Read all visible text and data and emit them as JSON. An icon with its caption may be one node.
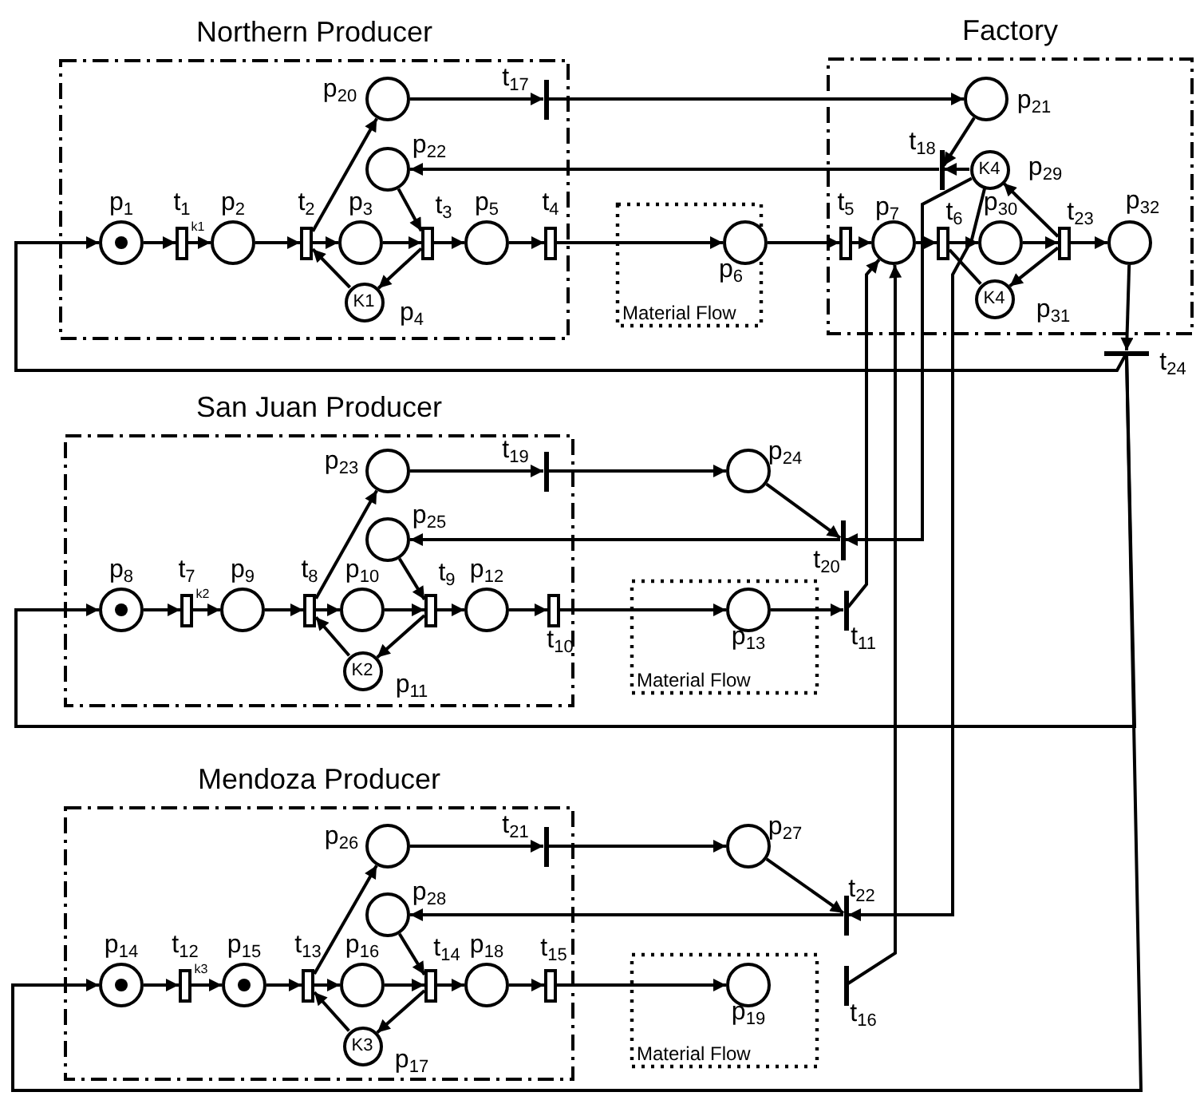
{
  "diagram": {
    "nodes": [
      {
        "text": [
          "Northern Producer"
        ]
      },
      {
        "text": [],
        "shape": "circle",
        "beside": [
          "p$_{1}$"
        ],
        "in": 0
      },
      {
        "text": [],
        "shape": "box",
        "beside": [
          "t$_{1}$",
          "k1"
        ],
        "in": 0
      },
      {
        "text": [],
        "shape": "circle",
        "beside": [
          "p$_{2}$"
        ],
        "in": 0
      },
      {
        "text": [],
        "shape": "box",
        "beside": [
          "t$_{2}$"
        ],
        "in": 0
      },
      {
        "text": [],
        "shape": "circle",
        "beside": [
          "p$_{3}$"
        ],
        "in": 0
      },
      {
        "text": [
          "K1"
        ],
        "beside": [
          "p$_{4}$"
        ],
        "in": 0
      },
      {
        "text": [],
        "shape": "circle",
        "beside": [
          "p$_{20}$"
        ],
        "in": 0
      },
      {
        "text": [],
        "shape": "circle",
        "beside": [
          "p$_{22}$"
        ],
        "in": 0
      },
      {
        "text": [],
        "shape": "box",
        "beside": [
          "t$_{3}$"
        ],
        "in": 0
      },
      {
        "text": [],
        "shape": "circle",
        "beside": [
          "p$_{5}$"
        ],
        "in": 0
      },
      {
        "text": [],
        "shape": "box",
        "beside": [
          "t$_{4}$"
        ],
        "in": 0
      },
      {
        "text": [],
        "shape": "bar",
        "beside": [
          "t$_{17}$"
        ],
        "in": 0
      },
      {
        "text": [
          "Material Flow"
        ]
      },
      {
        "text": [],
        "shape": "circle",
        "beside": [
          "p$_{6}$"
        ],
        "in": 13
      },
      {
        "text": [
          "Factory"
        ]
      },
      {
        "text": [],
        "shape": "circle",
        "beside": [
          "p$_{21}$"
        ],
        "in": 15
      },
      {
        "text": [],
        "shape": "bar",
        "beside": [
          "t$_{18}$"
        ],
        "in": 15
      },
      {
        "text": [
          "K4"
        ],
        "beside": [
          "p$_{29}$"
        ],
        "in": 15
      },
      {
        "text": [],
        "shape": "box",
        "beside": [
          "t$_{5}$"
        ],
        "in": 15
      },
      {
        "text": [],
        "shape": "circle",
        "beside": [
          "p$_{7}$"
        ],
        "in": 15
      },
      {
        "text": [],
        "shape": "box",
        "beside": [
          "t$_{6}$"
        ],
        "in": 15
      },
      {
        "text": [],
        "shape": "circle",
        "beside": [
          "p$_{30}$"
        ],
        "in": 15
      },
      {
        "text": [
          "K4"
        ],
        "beside": [
          "p$_{31}$"
        ],
        "in": 15
      },
      {
        "text": [],
        "shape": "box",
        "beside": [
          "t$_{23}$"
        ],
        "in": 15
      },
      {
        "text": [],
        "shape": "circle",
        "beside": [
          "p$_{32}$"
        ],
        "in": 15
      },
      {
        "text": [],
        "shape": "bar",
        "beside": [
          "t$_{24}$"
        ]
      },
      {
        "text": [
          "San Juan Producer"
        ]
      },
      {
        "text": [],
        "shape": "circle",
        "beside": [
          "p$_{8}$"
        ],
        "in": 27
      },
      {
        "text": [],
        "shape": "box",
        "beside": [
          "t$_{7}$",
          "k2"
        ],
        "in": 27
      },
      {
        "text": [],
        "shape": "circle",
        "beside": [
          "p$_{9}$"
        ],
        "in": 27
      },
      {
        "text": [],
        "shape": "box",
        "beside": [
          "t$_{8}$"
        ],
        "in": 27
      },
      {
        "text": [],
        "shape": "circle",
        "beside": [
          "p$_{10}$"
        ],
        "in": 27
      },
      {
        "text": [
          "K2"
        ],
        "beside": [
          "p$_{11}$"
        ],
        "in": 27
      },
      {
        "text": [],
        "shape": "circle",
        "beside": [
          "p$_{23}$"
        ],
        "in": 27
      },
      {
        "text": [],
        "shape": "circle",
        "beside": [
          "p$_{25}$"
        ],
        "in": 27
      },
      {
        "text": [],
        "shape": "box",
        "beside": [
          "t$_{9}$"
        ],
        "in": 27
      },
      {
        "text": [],
        "shape": "circle",
        "beside": [
          "p$_{12}$"
        ],
        "in": 27
      },
      {
        "text": [],
        "shape": "box",
        "beside": [
          "t$_{10}$"
        ],
        "in": 27
      },
      {
        "text": [],
        "shape": "bar",
        "beside": [
          "t$_{19}$"
        ],
        "in": 27
      },
      {
        "text": [
          "Material Flow"
        ]
      },
      {
        "text": [],
        "shape": "circle",
        "beside": [
          "p$_{13}$"
        ],
        "in": 40
      },
      {
        "text": [],
        "shape": "circle",
        "beside": [
          "p$_{24}$"
        ]
      },
      {
        "text": [],
        "shape": "bar",
        "beside": [
          "t$_{20}$"
        ]
      },
      {
        "text": [],
        "shape": "bar",
        "beside": [
          "t$_{11}$"
        ]
      },
      {
        "text": [
          "Mendoza Producer"
        ]
      },
      {
        "text": [],
        "shape": "circle",
        "beside": [
          "p$_{14}$"
        ],
        "in": 45
      },
      {
        "text": [],
        "shape": "box",
        "beside": [
          "t$_{12}$",
          "k3"
        ],
        "in": 45
      },
      {
        "text": [],
        "shape": "circle",
        "beside": [
          "p$_{15}$"
        ],
        "in": 45
      },
      {
        "text": [],
        "shape": "box",
        "beside": [
          "t$_{13}$"
        ],
        "in": 45
      },
      {
        "text": [],
        "shape": "circle",
        "beside": [
          "p$_{16}$"
        ],
        "in": 45
      },
      {
        "text": [
          "K3"
        ],
        "beside": [
          "p$_{17}$"
        ],
        "in": 45
      },
      {
        "text": [],
        "shape": "circle",
        "beside": [
          "p$_{26}$"
        ],
        "in": 45
      },
      {
        "text": [],
        "shape": "circle",
        "beside": [
          "p$_{28}$"
        ],
        "in": 45
      },
      {
        "text": [],
        "shape": "box",
        "beside": [
          "t$_{14}$"
        ],
        "in": 45
      },
      {
        "text": [],
        "shape": "circle",
        "beside": [
          "p$_{18}$"
        ],
        "in": 45
      },
      {
        "text": [],
        "shape": "box",
        "beside": [
          "t$_{15}$"
        ],
        "in": 45
      },
      {
        "text": [],
        "shape": "bar",
        "beside": [
          "t$_{21}$"
        ],
        "in": 45
      },
      {
        "text": [
          "Material Flow"
        ]
      },
      {
        "text": [],
        "shape": "circle",
        "beside": [
          "p$_{19}$"
        ],
        "in": 58
      },
      {
        "text": [],
        "shape": "circle",
        "beside": [
          "p$_{27}$"
        ]
      },
      {
        "text": [],
        "shape": "bar",
        "beside": [
          "t$_{22}$"
        ]
      },
      {
        "text": [],
        "shape": "bar",
        "beside": [
          "t$_{16}$"
        ]
      }
    ],
    "edges": [
      {
        "from": 1,
        "to": 2,
        "arrow": "to"
      },
      {
        "from": 2,
        "to": 3,
        "arrow": "to"
      },
      {
        "from": 3,
        "to": 4,
        "arrow": "to"
      },
      {
        "from": 4,
        "to": 5,
        "arrow": "to"
      },
      {
        "from": 4,
        "to": 7,
        "arrow": "to"
      },
      {
        "from": 6,
        "to": 4,
        "arrow": "to"
      },
      {
        "from": 5,
        "to": 9,
        "arrow": "to"
      },
      {
        "from": 8,
        "to": 9,
        "arrow": "to"
      },
      {
        "from": 9,
        "to": 6,
        "arrow": "to"
      },
      {
        "from": 9,
        "to": 10,
        "arrow": "to"
      },
      {
        "from": 10,
        "to": 11,
        "arrow": "to"
      },
      {
        "from": 11,
        "to": 14,
        "arrow": "to"
      },
      {
        "from": 7,
        "to": 12,
        "arrow": "to"
      },
      {
        "from": 12,
        "to": 16,
        "arrow": "to"
      },
      {
        "from": 16,
        "to": 17,
        "arrow": "to"
      },
      {
        "from": 18,
        "to": 17,
        "arrow": "to"
      },
      {
        "from": 17,
        "to": 8,
        "arrow": "to"
      },
      {
        "from": 14,
        "to": 19,
        "arrow": "to"
      },
      {
        "from": 19,
        "to": 20,
        "arrow": "to"
      },
      {
        "from": 20,
        "to": 21,
        "arrow": "to"
      },
      {
        "from": 21,
        "to": 22,
        "arrow": "to"
      },
      {
        "from": 23,
        "to": 21,
        "arrow": "none"
      },
      {
        "from": 22,
        "to": 24,
        "arrow": "to"
      },
      {
        "from": 24,
        "to": 23,
        "arrow": "to"
      },
      {
        "from": 24,
        "to": 18,
        "arrow": "to"
      },
      {
        "from": 24,
        "to": 25,
        "arrow": "to"
      },
      {
        "from": 25,
        "to": 26,
        "arrow": "to"
      },
      {
        "from": 26,
        "to": 1,
        "arrow": "to"
      },
      {
        "from": 26,
        "to": 28,
        "arrow": "to"
      },
      {
        "from": 26,
        "to": 46,
        "arrow": "to"
      },
      {
        "from": 28,
        "to": 29,
        "arrow": "to"
      },
      {
        "from": 29,
        "to": 30,
        "arrow": "to"
      },
      {
        "from": 30,
        "to": 31,
        "arrow": "to"
      },
      {
        "from": 31,
        "to": 32,
        "arrow": "to"
      },
      {
        "from": 31,
        "to": 34,
        "arrow": "to"
      },
      {
        "from": 33,
        "to": 31,
        "arrow": "to"
      },
      {
        "from": 32,
        "to": 36,
        "arrow": "to"
      },
      {
        "from": 35,
        "to": 36,
        "arrow": "to"
      },
      {
        "from": 36,
        "to": 33,
        "arrow": "to"
      },
      {
        "from": 36,
        "to": 37,
        "arrow": "to"
      },
      {
        "from": 37,
        "to": 38,
        "arrow": "to"
      },
      {
        "from": 38,
        "to": 41,
        "arrow": "to"
      },
      {
        "from": 34,
        "to": 39,
        "arrow": "to"
      },
      {
        "from": 39,
        "to": 42,
        "arrow": "to"
      },
      {
        "from": 42,
        "to": 43,
        "arrow": "to"
      },
      {
        "from": 18,
        "to": 43,
        "arrow": "to"
      },
      {
        "from": 43,
        "to": 35,
        "arrow": "to"
      },
      {
        "from": 41,
        "to": 44,
        "arrow": "to"
      },
      {
        "from": 44,
        "to": 20,
        "arrow": "to"
      },
      {
        "from": 46,
        "to": 47,
        "arrow": "to"
      },
      {
        "from": 47,
        "to": 48,
        "arrow": "to"
      },
      {
        "from": 48,
        "to": 49,
        "arrow": "to"
      },
      {
        "from": 49,
        "to": 50,
        "arrow": "to"
      },
      {
        "from": 49,
        "to": 52,
        "arrow": "to"
      },
      {
        "from": 51,
        "to": 49,
        "arrow": "to"
      },
      {
        "from": 50,
        "to": 54,
        "arrow": "to"
      },
      {
        "from": 53,
        "to": 54,
        "arrow": "to"
      },
      {
        "from": 54,
        "to": 51,
        "arrow": "to"
      },
      {
        "from": 54,
        "to": 55,
        "arrow": "to"
      },
      {
        "from": 55,
        "to": 56,
        "arrow": "to"
      },
      {
        "from": 56,
        "to": 59,
        "arrow": "to"
      },
      {
        "from": 52,
        "to": 57,
        "arrow": "to"
      },
      {
        "from": 57,
        "to": 60,
        "arrow": "to"
      },
      {
        "from": 60,
        "to": 61,
        "arrow": "to"
      },
      {
        "from": 18,
        "to": 61,
        "arrow": "to"
      },
      {
        "from": 61,
        "to": 53,
        "arrow": "to"
      },
      {
        "from": 62,
        "to": 20,
        "arrow": "to"
      }
    ]
  }
}
